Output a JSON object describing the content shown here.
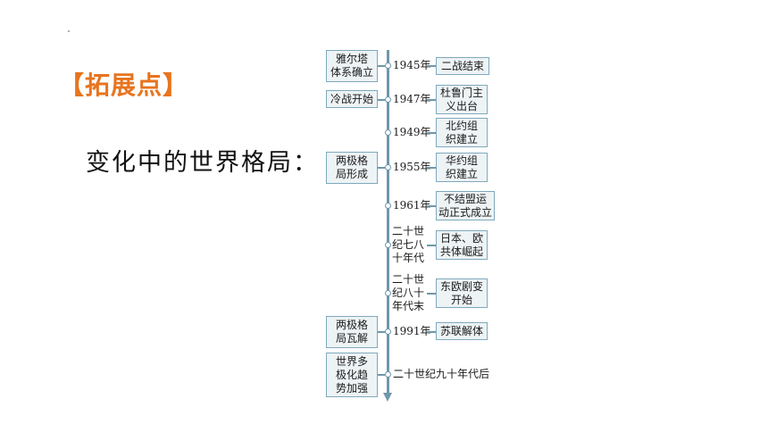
{
  "heading": "【拓展点】",
  "subtitle": "变化中的世界格局：",
  "timeline": {
    "left_labels": [
      "雅尔塔\n体系确立",
      "冷战开始",
      "两极格\n局形成",
      "两极格\n局瓦解",
      "世界多\n极化趋\n势加强"
    ],
    "dates": [
      "1945年",
      "1947年",
      "1949年",
      "1955年",
      "1961年",
      "二十世\n纪七八\n十年代",
      "二十世\n纪八十\n年代末",
      "1991年",
      "二十世纪九十年代后"
    ],
    "events": [
      "二战结束",
      "杜鲁门主\n义出台",
      "北约组\n织建立",
      "华约组\n织建立",
      "不结盟运\n动正式成立",
      "日本、欧\n共体崛起",
      "东欧剧变\n开始",
      "苏联解体"
    ]
  },
  "colors": {
    "accent": "#e8741e",
    "line": "#6f97aa",
    "box_border": "#7ea9bc",
    "box_fill": "#eef3f5"
  }
}
